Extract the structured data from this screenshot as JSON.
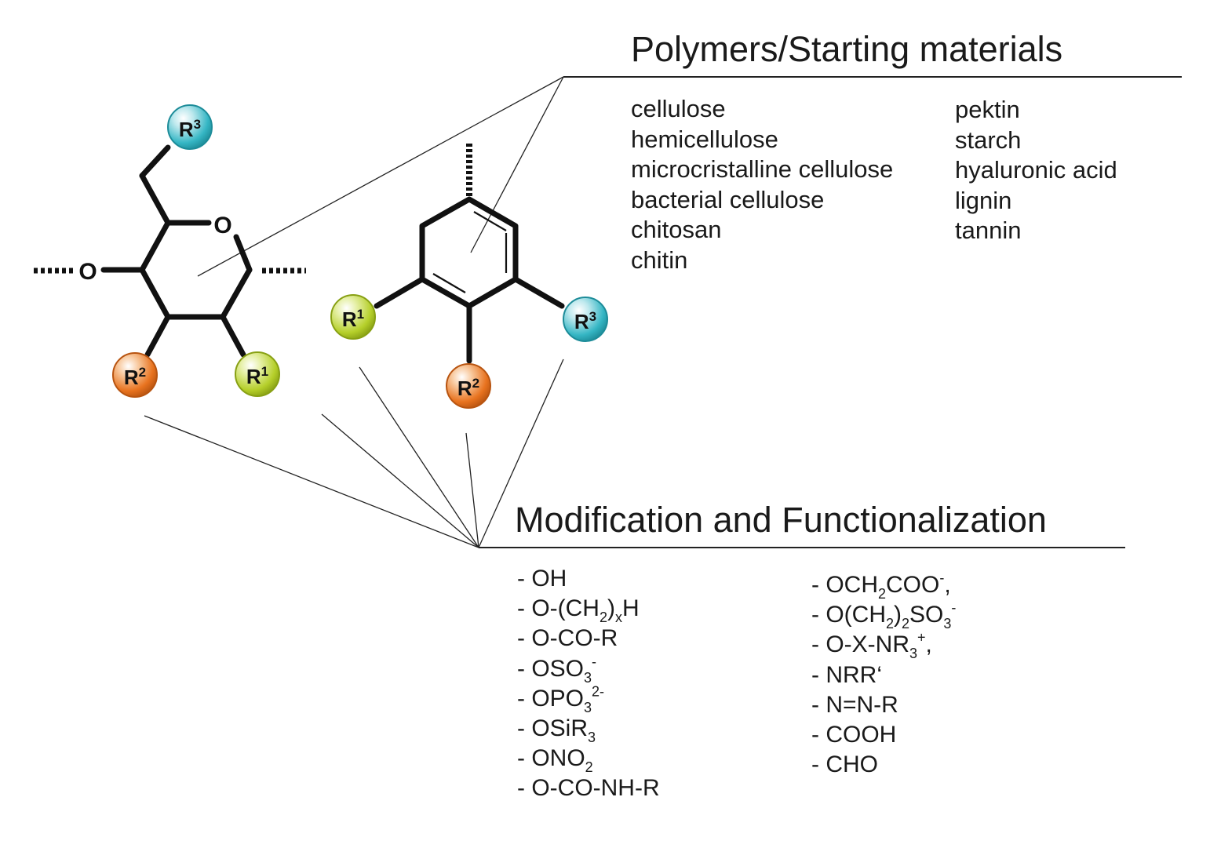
{
  "polymers": {
    "title": "Polymers/Starting materials",
    "column_left": [
      "cellulose",
      "hemicellulose",
      "microcristalline cellulose",
      "bacterial cellulose",
      "chitosan",
      "chitin"
    ],
    "column_right": [
      "pektin",
      "starch",
      "hyaluronic acid",
      "lignin",
      "tannin"
    ]
  },
  "modification": {
    "title": "Modification and Functionalization",
    "column_left": [
      "- OH",
      "- O-(CH<sub>2</sub>)<sub>x</sub>H",
      "- O-CO-R",
      "- OSO<sub>3</sub><sup>-</sup>",
      "- OPO<sub>3</sub><sup>2-</sup>",
      "- OSiR<sub>3</sub>",
      "- ONO<sub>2</sub>",
      "- O-CO-NH-R"
    ],
    "column_right": [
      "- OCH<sub>2</sub>COO<sup>-</sup>,",
      "- O(CH<sub>2</sub>)<sub>2</sub>SO<sub>3</sub><sup>-</sup>",
      "- O-X-NR<sub>3</sub><sup>+</sup>,",
      "- NRR‘",
      "- N=N-R",
      "- COOH",
      "- CHO"
    ]
  },
  "structures": {
    "ring_oxygen": "O",
    "linkage_oxygen": "O",
    "substituents": [
      {
        "label": "R",
        "index": "3",
        "color": "#35b6c4"
      },
      {
        "label": "R",
        "index": "2",
        "color": "#e8731f"
      },
      {
        "label": "R",
        "index": "1",
        "color": "#b5cf2a"
      }
    ]
  }
}
